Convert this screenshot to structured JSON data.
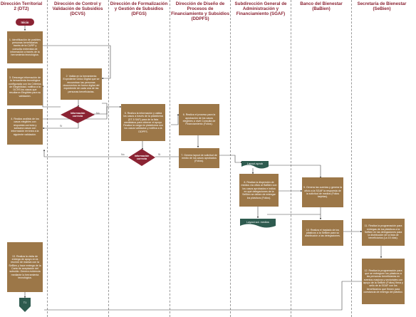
{
  "lanes": [
    "Dirección Territorial 2 (DT2)",
    "Dirección de Control y Validación de Subsidios (DCVS)",
    "Dirección de Formalización y Gestión de Subsidios (DFGS)",
    "Dirección de Diseño de Procesos de Financiamiento y Subsidios (DDPFS)",
    "Subdirección General de Administración y Financiamiento (SGAF)",
    "Banco del Bienestar (BaBien)",
    "Secretaría de Bienestar (SeBien)"
  ],
  "start_label": "Inicio",
  "steps": {
    "s1": "1. Identificación de posibles personas beneficiarias través de la CURP y consulta entrevista de información a través de la herramienta tecnológica.",
    "s2": "2. Valida en la herramienta Expediente Único Digital que se encuentran las personas documentos en forma digital del expediente de cada una de las personas beneficiarias.",
    "s3": "3. Descarga información de la herramienta tecnológica configurada con los Criterios de Elegibilidad, notifica a la DCVS los casos que resultaron Elegibles para su validación.",
    "s4": "4. Realiza análisis de los casos elegibles con respuesta correcta y subsana casos con información errónea a la siguiente validación.",
    "s5": "5. Realiza la información y valida los casos a través de la plataforma (DT-5 SAF) para de la lista candidatos para obtener el apoyo. Realiza la carga en plataforma con los casos validados y notifica a la DDPFS.",
    "s6": "6. Realiza el proceso para la aprobación de los casos elegibles a nivel Consulta de Financiamiento (Folios).",
    "s7": "7. Genera layout de solicitud de medio de los casos aprobados (Folios).",
    "s8": "8. Realiza la dispersión de medios vía oficio al BaBien con los casos aprobados e indica en qué delegaciones de la SeBien se deben de entregar los plásticos (Folios).",
    "s9": "9. Genera las cuentas y genera la oficio a la SGAF la respuesta de la solicitud de medios (Folios tarjetas).",
    "s10": "10. Realiza el traslado de los plásticos a la SeBien para su distribución a las delegaciones.",
    "s11": "11. Realiza la programación para entregas de los plásticos a la SeBien en las delegaciones para la distribución de la lista de beneficiarios (La 15 días).",
    "s12": "12. Realiza la programación para que se entreguen los plásticos a las personas beneficiarias en eventos masivos y sectoriales con apoyo de la SeBien (Folios) firma y sello de la SGAF con los beneficiarios que firmen para constancia de entrega del plástico.",
    "s13": "13. Realiza la visita de entrega de apoyo en la reunión de masiva con la SeBien y hace entrega de la Carta de aceptación del subsidio. Genera evidencia mediante la herramienta tecnológica."
  },
  "decisions": {
    "d1": "Información correcta",
    "d2": "Información correcta"
  },
  "decision_branches": {
    "yes": "Sí",
    "no": "No"
  },
  "documents": {
    "layout_aprob": "Layout.aprob",
    "layout_medios": "Layout.sol. medios"
  },
  "end_label": "T1",
  "colors": {
    "lane_title": "#8b2333",
    "task": "#9c7748",
    "decision": "#8b2333",
    "start": "#8b2333",
    "document": "#2e5b4f",
    "end": "#2e5b4f"
  }
}
